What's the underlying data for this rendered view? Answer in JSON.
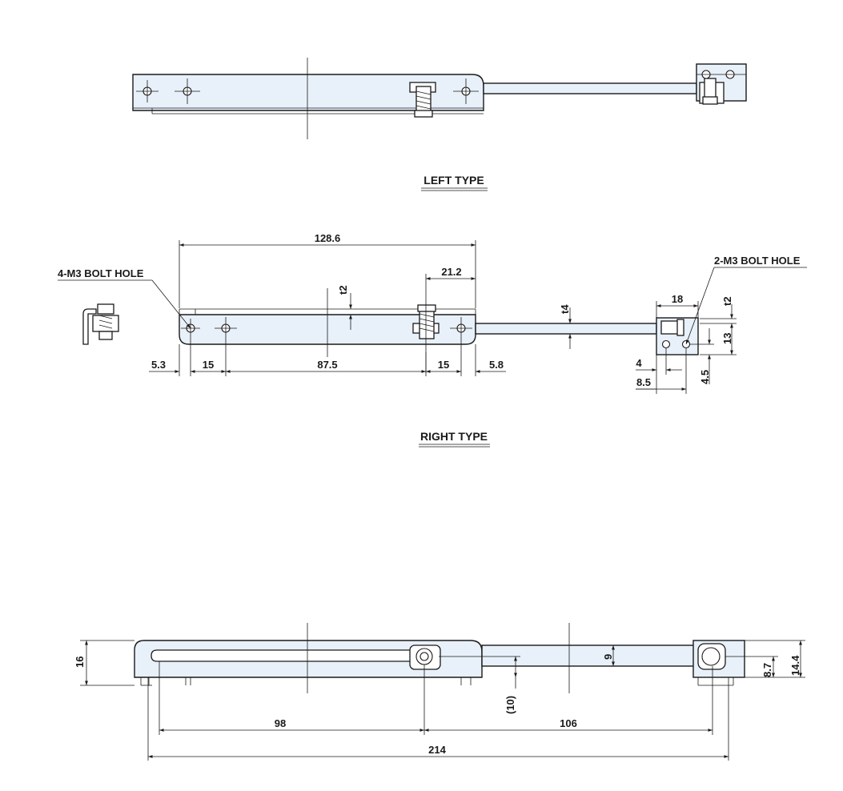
{
  "views": {
    "left_type": {
      "title": "LEFT TYPE"
    },
    "right_type": {
      "title": "RIGHT TYPE"
    }
  },
  "labels": {
    "bolt_hole_4": "4-M3 BOLT HOLE",
    "bolt_hole_2": "2-M3 BOLT HOLE"
  },
  "dimensions": {
    "overall_plate": "128.6",
    "slot_offset": "21.2",
    "thickness_plate": "t2",
    "thickness_arm": "t4",
    "thickness_block": "t2",
    "edge_left": "5.3",
    "pitch_left": "15",
    "center_span": "87.5",
    "pitch_right": "15",
    "edge_right": "5.8",
    "block_width": "18",
    "block_height": "13",
    "block_hole_x1": "4",
    "block_hole_x2": "8.5",
    "block_hole_y": "4.5",
    "bottom_height": "16",
    "arm_width": "9",
    "arm_offset": "(10)",
    "bottom_span_98": "98",
    "bottom_span_106": "106",
    "bottom_total": "214",
    "block_hole_h": "8.7",
    "block_total_h": "14.4"
  },
  "colors": {
    "part_fill": "#e8f0f9",
    "line": "#1a1a1a"
  }
}
